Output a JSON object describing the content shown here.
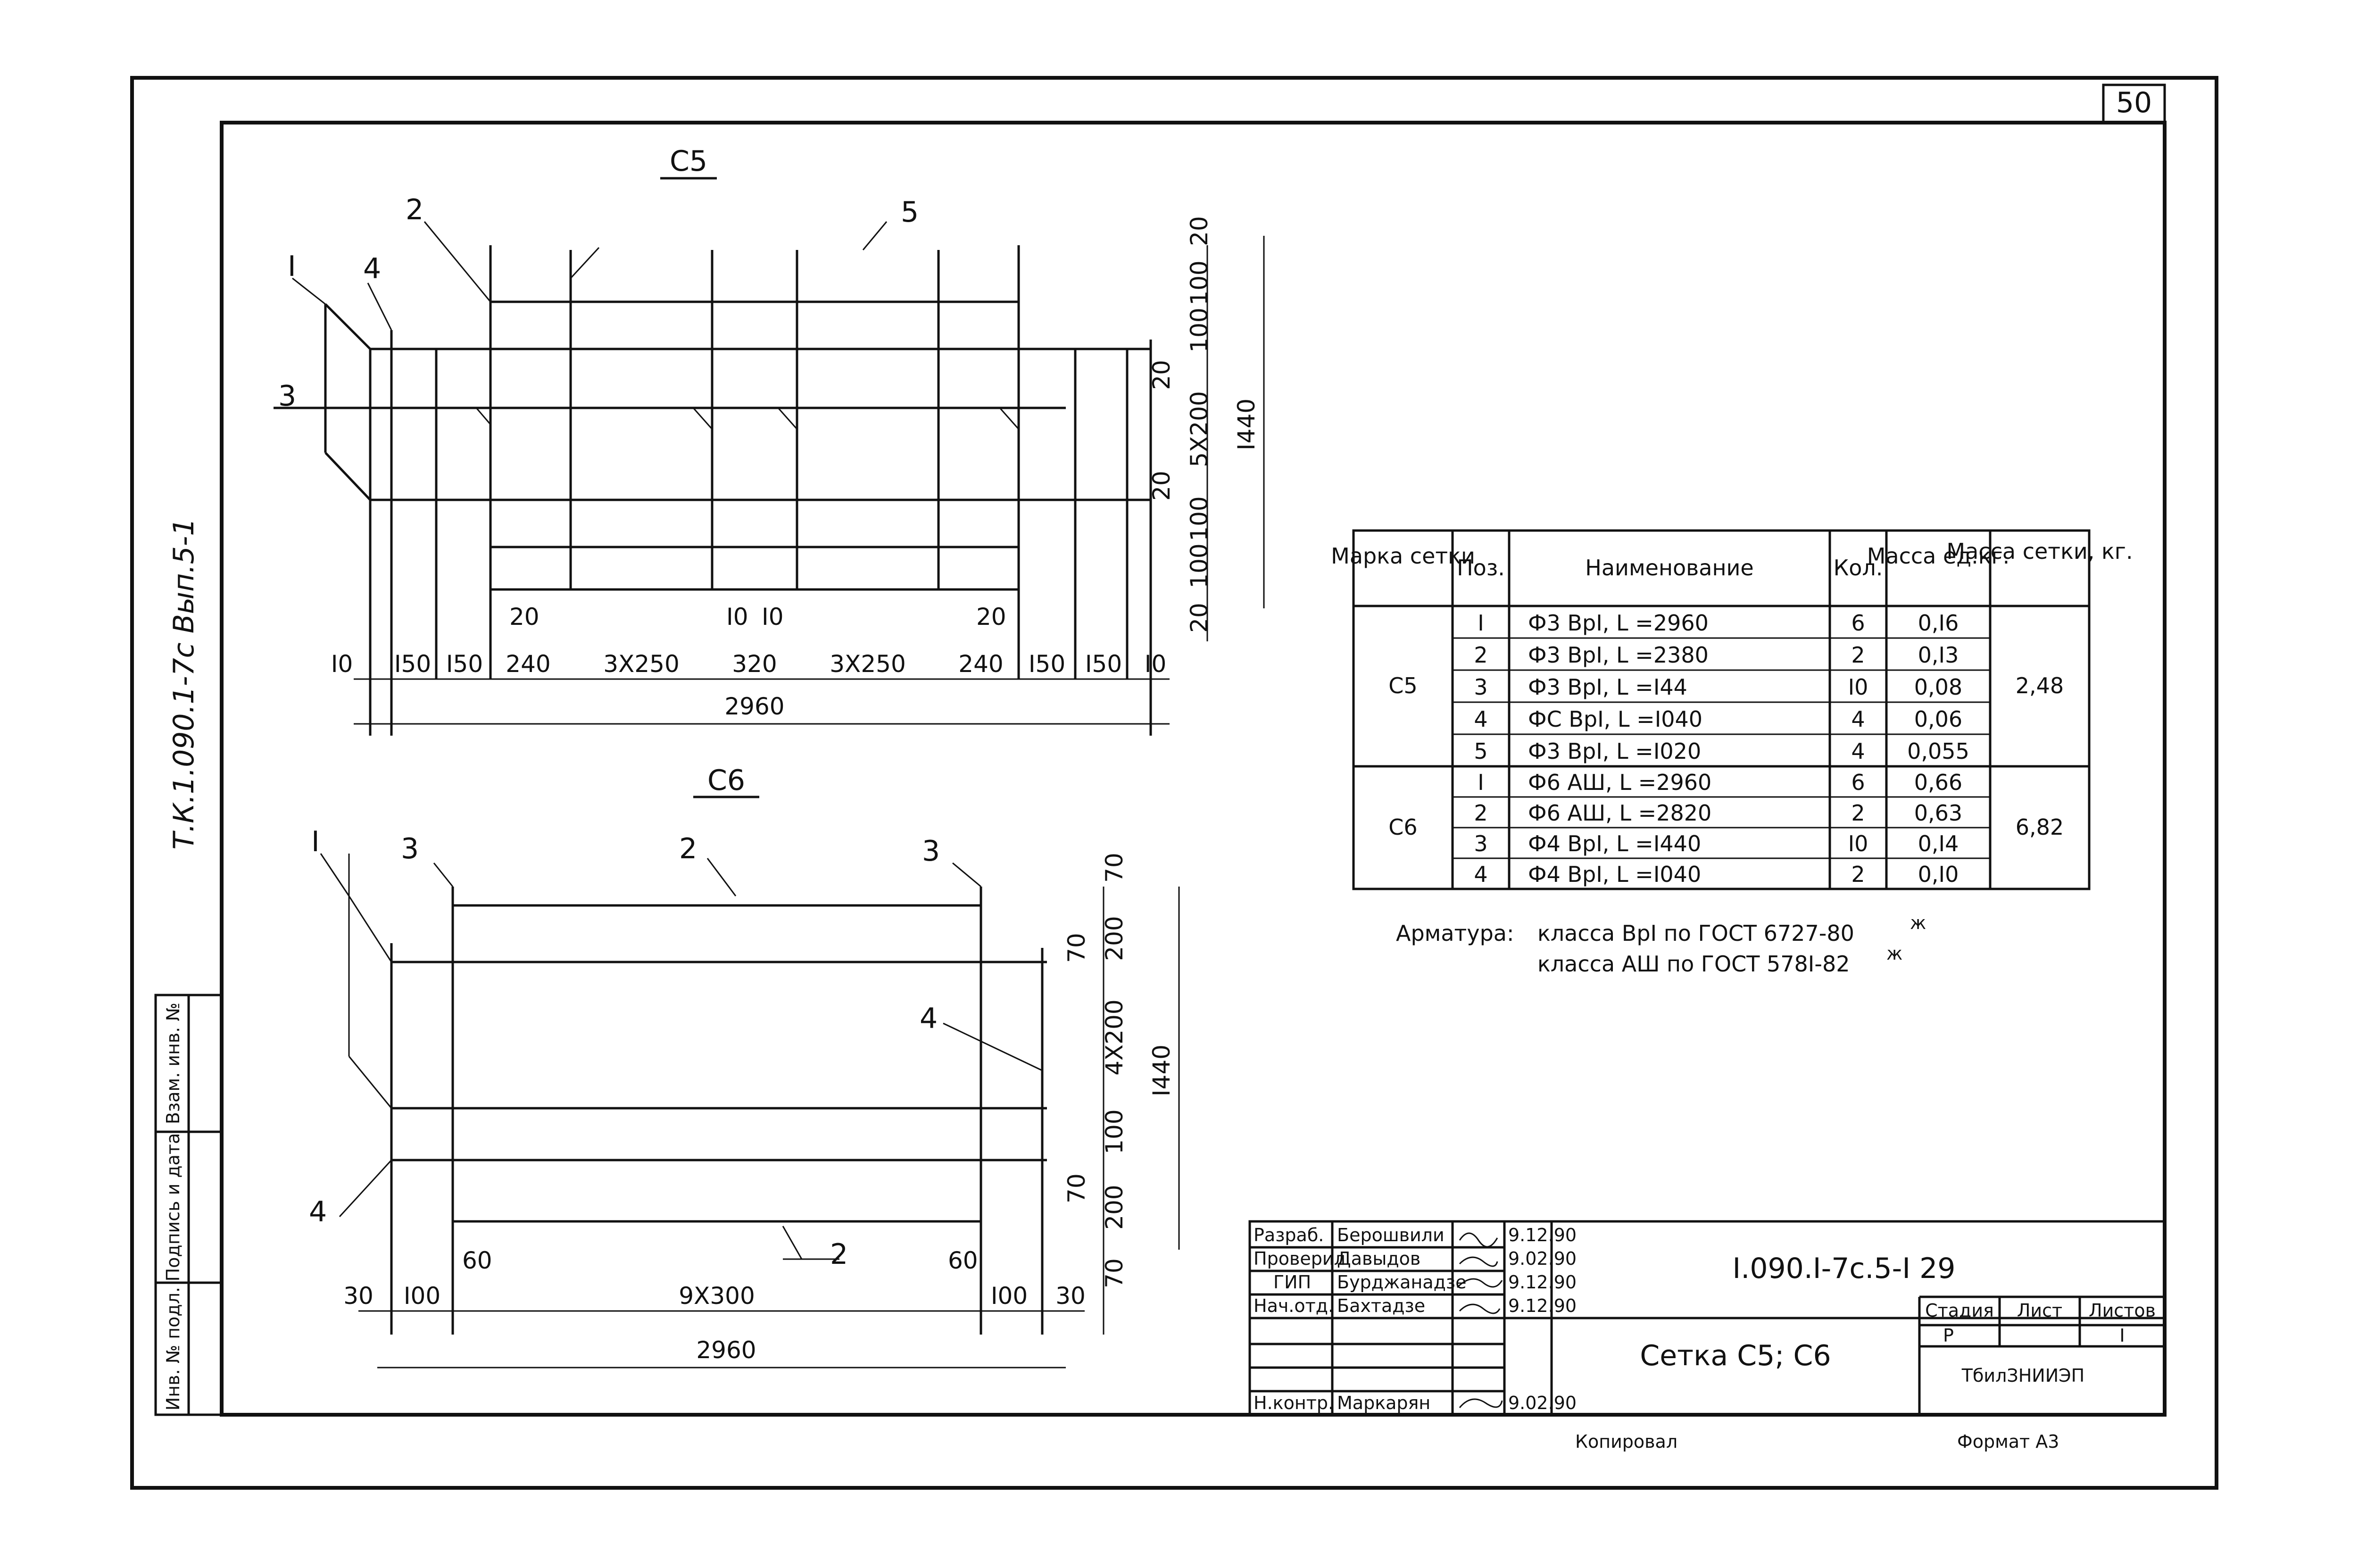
{
  "sheet_number": "50",
  "side_stamp": "Т.К.1.090.1-7с Вып.5-1",
  "side_cells": [
    "Инв. № подл.",
    "Подпись и дата",
    "Взам. инв. №"
  ],
  "c5": {
    "title": "С5",
    "labels": [
      "I",
      "2",
      "3",
      "4",
      "5"
    ],
    "right_dims": [
      "20",
      "100",
      "100",
      "20",
      "5Х200",
      "20",
      "100",
      "100",
      "20"
    ],
    "total_height": "I440",
    "inner_dims": [
      "20",
      "I0",
      "I0",
      "20"
    ],
    "bottom_dims": [
      "I0",
      "I50",
      "I50",
      "240",
      "3Х250",
      "320",
      "3Х250",
      "240",
      "I50",
      "I50",
      "I0"
    ],
    "total_length": "2960"
  },
  "c6": {
    "title": "С6",
    "labels": [
      "I",
      "3",
      "2",
      "3",
      "4",
      "4",
      "2"
    ],
    "right_dims": [
      "70",
      "200",
      "70",
      "4Х200",
      "100",
      "70",
      "200",
      "70"
    ],
    "total_height": "I440",
    "inner_dims": [
      "60",
      "60"
    ],
    "bottom_dims": [
      "30",
      "I00",
      "9Х300",
      "I00",
      "30"
    ],
    "total_length": "2960"
  },
  "spec_table": {
    "headers": [
      "Марка сетки",
      "Поз.",
      "Наименование",
      "Кол.",
      "Масса ед.кг.",
      "Масса сетки, кг."
    ],
    "groups": [
      {
        "mark": "С5",
        "total": "2,48",
        "rows": [
          {
            "pos": "I",
            "name": "Ф3 ВрI, L =2960",
            "qty": "6",
            "mass": "0,I6"
          },
          {
            "pos": "2",
            "name": "Ф3 ВрI, L =2380",
            "qty": "2",
            "mass": "0,I3"
          },
          {
            "pos": "3",
            "name": "Ф3 ВрI, L =I44",
            "qty": "I0",
            "mass": "0,08"
          },
          {
            "pos": "4",
            "name": "ФС ВрI, L =I040",
            "qty": "4",
            "mass": "0,06"
          },
          {
            "pos": "5",
            "name": "Ф3 ВрI, L =I020",
            "qty": "4",
            "mass": "0,055"
          }
        ]
      },
      {
        "mark": "С6",
        "total": "6,82",
        "rows": [
          {
            "pos": "I",
            "name": "Ф6 АШ, L =2960",
            "qty": "6",
            "mass": "0,66"
          },
          {
            "pos": "2",
            "name": "Ф6 АШ, L =2820",
            "qty": "2",
            "mass": "0,63"
          },
          {
            "pos": "3",
            "name": "Ф4 ВрI, L =I440",
            "qty": "I0",
            "mass": "0,I4"
          },
          {
            "pos": "4",
            "name": "Ф4 ВрI, L =I040",
            "qty": "2",
            "mass": "0,I0"
          }
        ]
      }
    ]
  },
  "note": {
    "prefix": "Арматура:",
    "line1": "класса ВрI по ГОСТ 6727-80",
    "line2": "класса АШ по ГОСТ 578I-82",
    "mark": "ж"
  },
  "title_block": {
    "code": "I.090.I-7с.5-I 29",
    "name": "Сетка С5; С6",
    "staff": [
      {
        "role": "Разраб.",
        "person": "Берошвили",
        "date": "9.12.90"
      },
      {
        "role": "Проверил",
        "person": "Давыдов",
        "date": "9.02.90"
      },
      {
        "role": "ГИП",
        "person": "Бурджанадзе",
        "date": "9.12.90"
      },
      {
        "role": "Нач.отд.",
        "person": "Бахтадзе",
        "date": "9.12.90"
      },
      {
        "role": "",
        "person": "",
        "date": ""
      },
      {
        "role": "",
        "person": "",
        "date": ""
      },
      {
        "role": "Н.контр.",
        "person": "Маркарян",
        "date": "9.02.90"
      }
    ],
    "stage_headers": [
      "Стадия",
      "Лист",
      "Листов"
    ],
    "stage": "Р",
    "sheet": "",
    "sheets": "I",
    "org": "ТбилЗНИИЭП"
  },
  "footer": {
    "copied": "Копировал",
    "format": "Формат А3"
  }
}
